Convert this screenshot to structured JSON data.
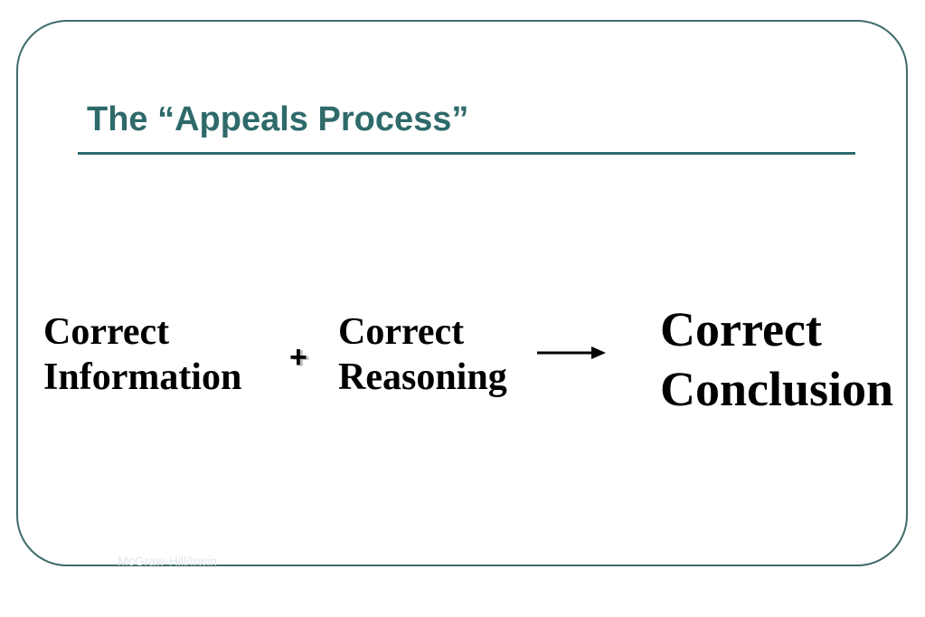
{
  "slide": {
    "title": "The “Appeals Process”",
    "terms": {
      "information": [
        "Correct",
        "Information"
      ],
      "reasoning": [
        "Correct",
        "Reasoning"
      ],
      "conclusion": [
        "Correct",
        "Conclusion"
      ]
    },
    "operator": "+",
    "footer": "McGraw-Hill/Irwin"
  },
  "colors": {
    "accent": "#2f6a6b",
    "frame": "#3f6b6b",
    "text": "#000000"
  },
  "icons": {
    "operator": "plus-icon",
    "implication": "right-arrow-icon"
  }
}
